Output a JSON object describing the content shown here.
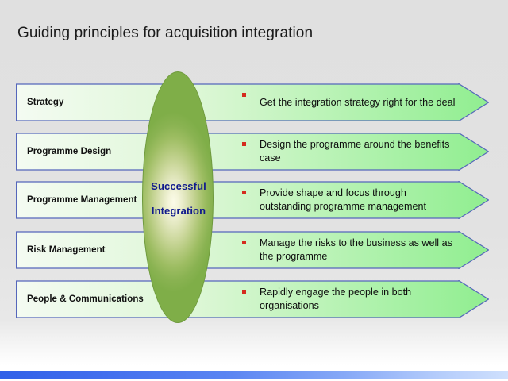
{
  "slide": {
    "title": "Guiding principles for acquisition integration",
    "background_color": "#e2e2e2",
    "accent_bar_color_left": "#3160e8",
    "accent_bar_color_right": "#cfe0fd"
  },
  "center": {
    "line1": "Successful",
    "line2": "Integration",
    "text_color": "#101a8c",
    "fill_edge_color": "#7fae48",
    "fill_center_color": "#fbfbe8"
  },
  "arrow_style": {
    "border_color": "#5566bb",
    "fill_left_color": "#f4fbf2",
    "fill_right_color": "#90ee90",
    "bullet_color": "#d52b1e"
  },
  "rows": [
    {
      "label": "Strategy",
      "bullet": "Get the integration strategy right for the deal"
    },
    {
      "label": "Programme Design",
      "bullet": "Design the programme around the benefits case"
    },
    {
      "label": "Programme Management",
      "bullet": "Provide shape and focus through outstanding programme management"
    },
    {
      "label": "Risk Management",
      "bullet": "Manage the risks to the business as well as the programme"
    },
    {
      "label": "People & Communications",
      "bullet": "Rapidly engage the people in both organisations"
    }
  ]
}
